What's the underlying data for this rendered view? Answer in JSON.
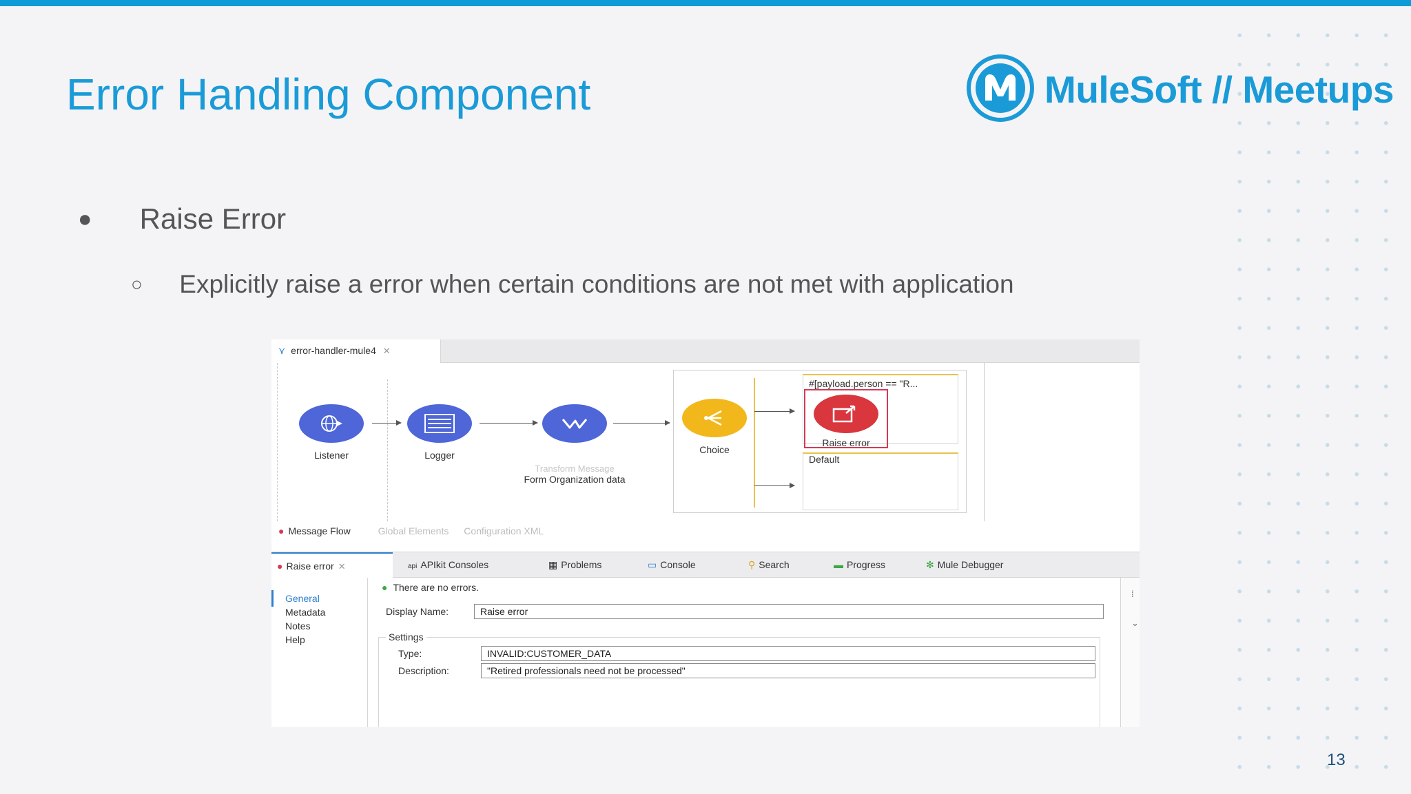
{
  "slide": {
    "title": "Error Handling Component",
    "bullet_level1": "Raise Error",
    "bullet_level2": "Explicitly raise a error when certain conditions are not met with application",
    "page_number": "13",
    "bullet_glyph_1": "●",
    "bullet_glyph_2": "○"
  },
  "logo": {
    "text": "MuleSoft // Meetups"
  },
  "colors": {
    "accent": "#1a9bd7",
    "top_bar": "#0f9bd7",
    "node_blue": "#4e66d8",
    "node_yellow": "#f2b71b",
    "node_red": "#d9363e",
    "page_number": "#1f4e79"
  },
  "studio": {
    "editor_tab": {
      "label": "error-handler-mule4",
      "icon": "mule-flow-icon",
      "close": "✕"
    },
    "flow": {
      "nodes": [
        {
          "name": "listener",
          "label": "Listener",
          "icon": "globe-icon"
        },
        {
          "name": "logger",
          "label": "Logger",
          "icon": "log-icon"
        },
        {
          "name": "transform",
          "label_muted": "Transform Message",
          "label": "Form Organization data",
          "icon": "transform-icon"
        },
        {
          "name": "choice",
          "label": "Choice",
          "icon": "fork-icon"
        }
      ],
      "route_when": "#[payload.person == \"R...",
      "raise_label": "Raise error",
      "route_default": "Default"
    },
    "canvas_tabs": {
      "message_flow": "Message Flow",
      "global_elements": "Global Elements",
      "configuration_xml": "Configuration XML"
    },
    "bottom_tabs": [
      {
        "label": "Raise error",
        "icon": "error-icon"
      },
      {
        "label": "APIkit Consoles",
        "icon": "api"
      },
      {
        "label": "Problems",
        "icon": "problems-icon"
      },
      {
        "label": "Console",
        "icon": "console-icon"
      },
      {
        "label": "Search",
        "icon": "search-icon"
      },
      {
        "label": "Progress",
        "icon": "progress-icon"
      },
      {
        "label": "Mule Debugger",
        "icon": "debugger-icon"
      }
    ],
    "props_nav": [
      "General",
      "Metadata",
      "Notes",
      "Help"
    ],
    "status": "There are no errors.",
    "display_name_label": "Display Name:",
    "display_name_value": "Raise error",
    "settings_label": "Settings",
    "type_label": "Type:",
    "type_value": "INVALID:CUSTOMER_DATA",
    "description_label": "Description:",
    "description_value": "\"Retired professionals need not be processed\""
  }
}
